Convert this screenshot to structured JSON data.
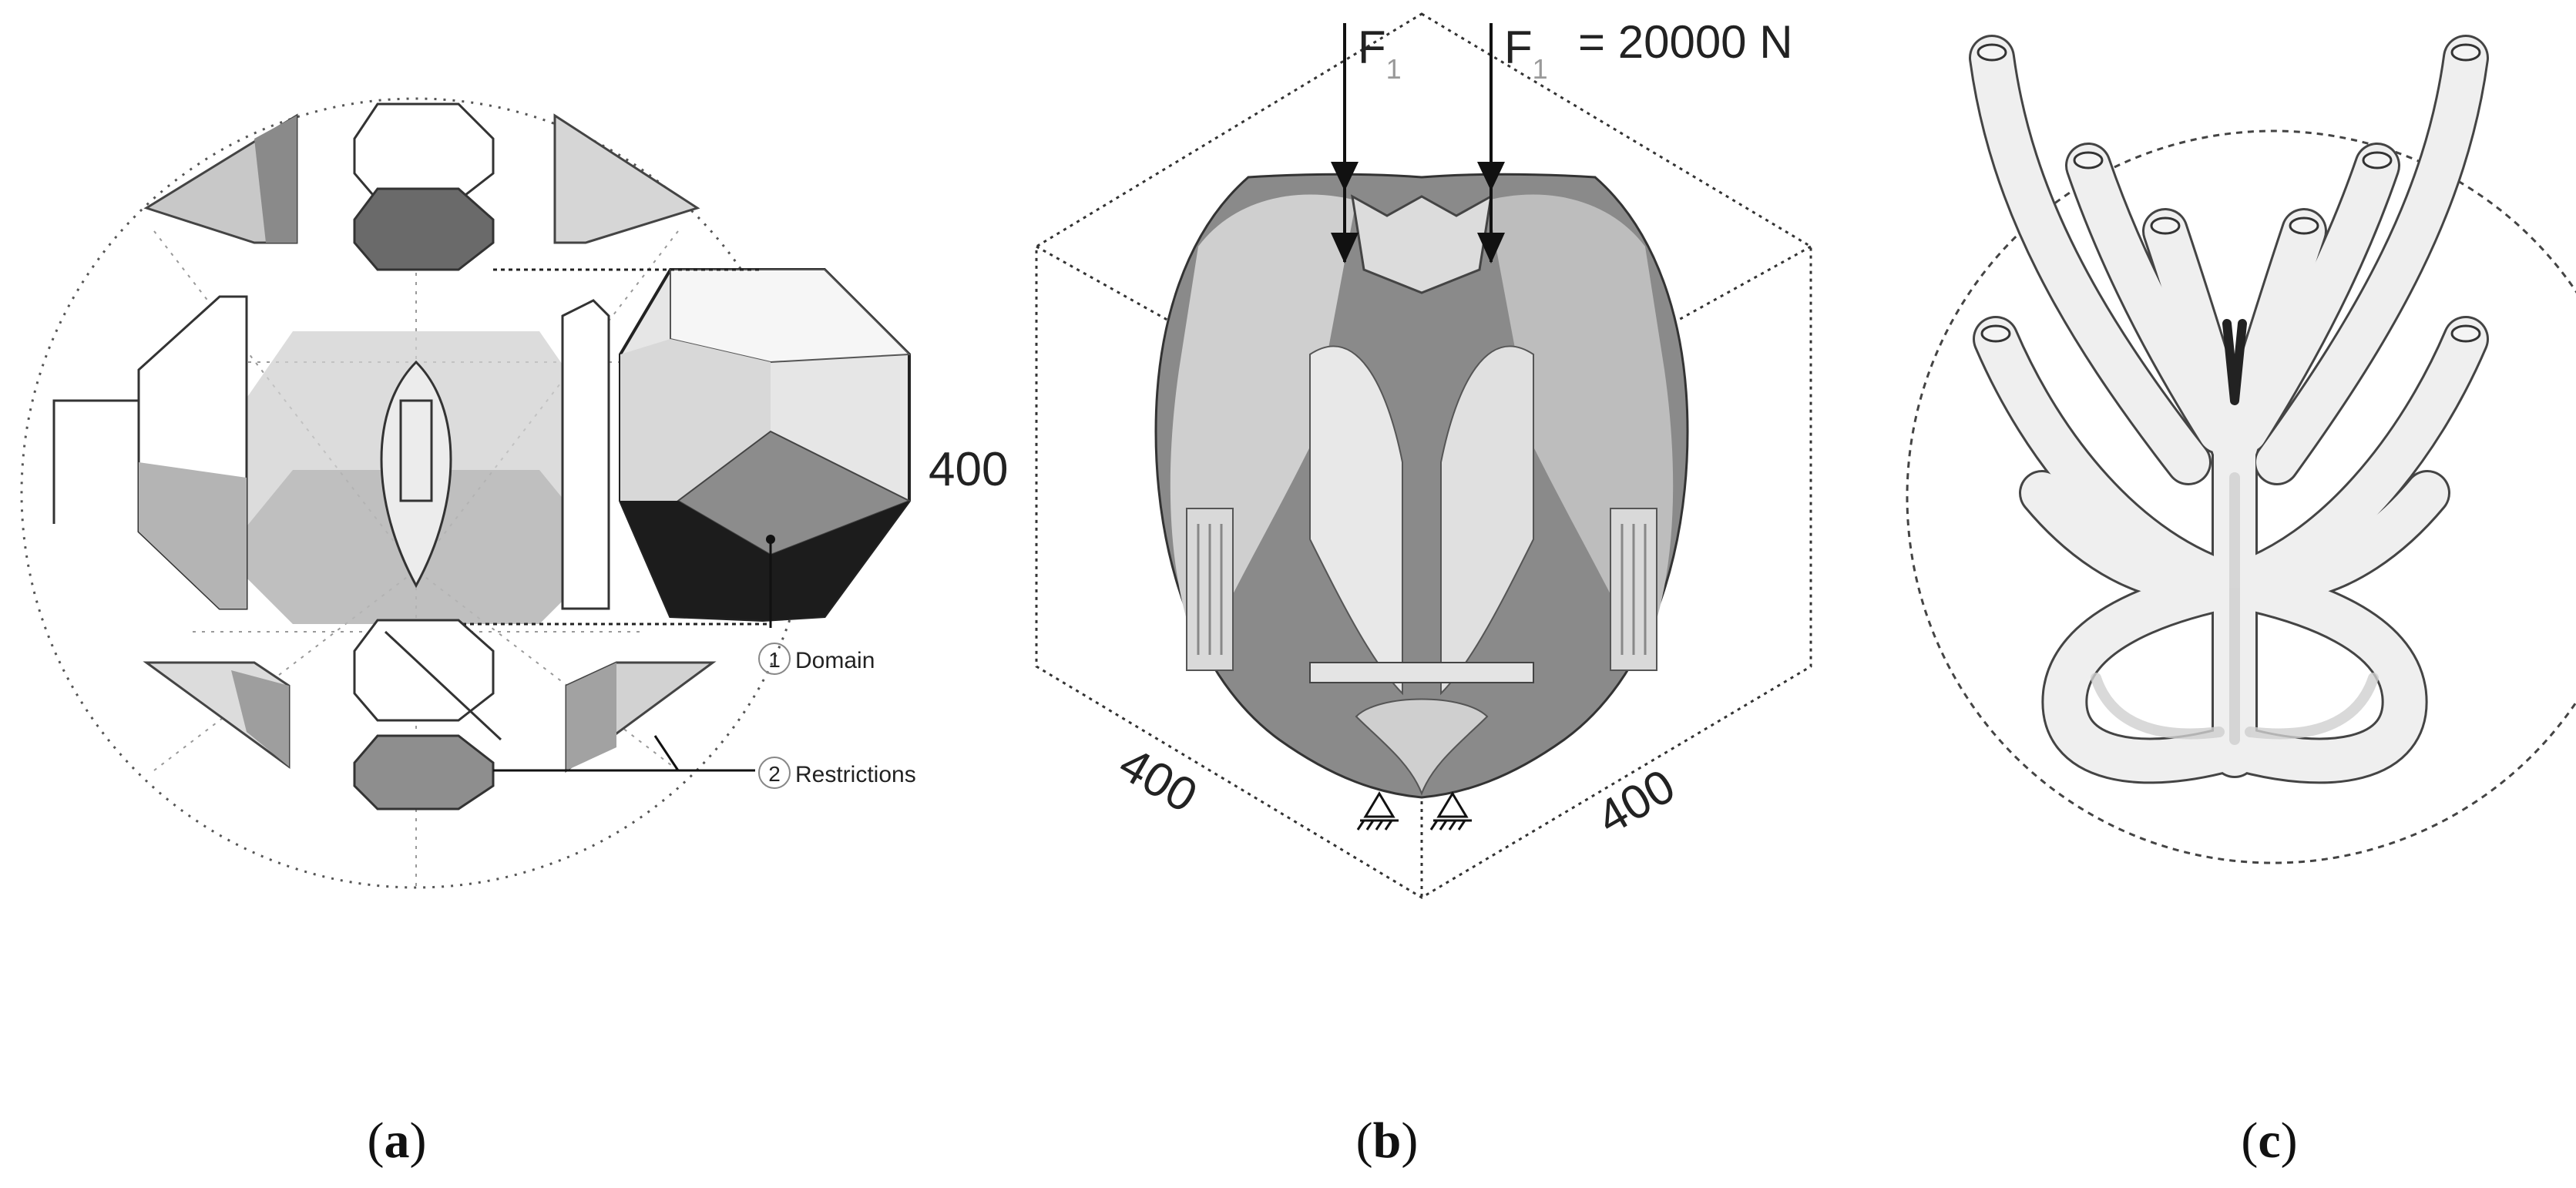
{
  "panel_a": {
    "dimension": "400",
    "callout_1_number": "1",
    "callout_1_label": "Domain",
    "callout_2_number": "2",
    "callout_2_label": "Restrictions",
    "caption_letter": "a"
  },
  "panel_b": {
    "force_label_1": "F",
    "force_label_2": "F",
    "force_subscript": "1",
    "force_value": "= 20000 N",
    "dimension_left": "400",
    "dimension_right": "400",
    "caption_letter": "b"
  },
  "panel_c": {
    "caption_letter": "c"
  },
  "colors": {
    "light": "#e4e4e4",
    "mid": "#bdbdbd",
    "dark": "#6a6a6a",
    "black": "#1c1c1c"
  }
}
